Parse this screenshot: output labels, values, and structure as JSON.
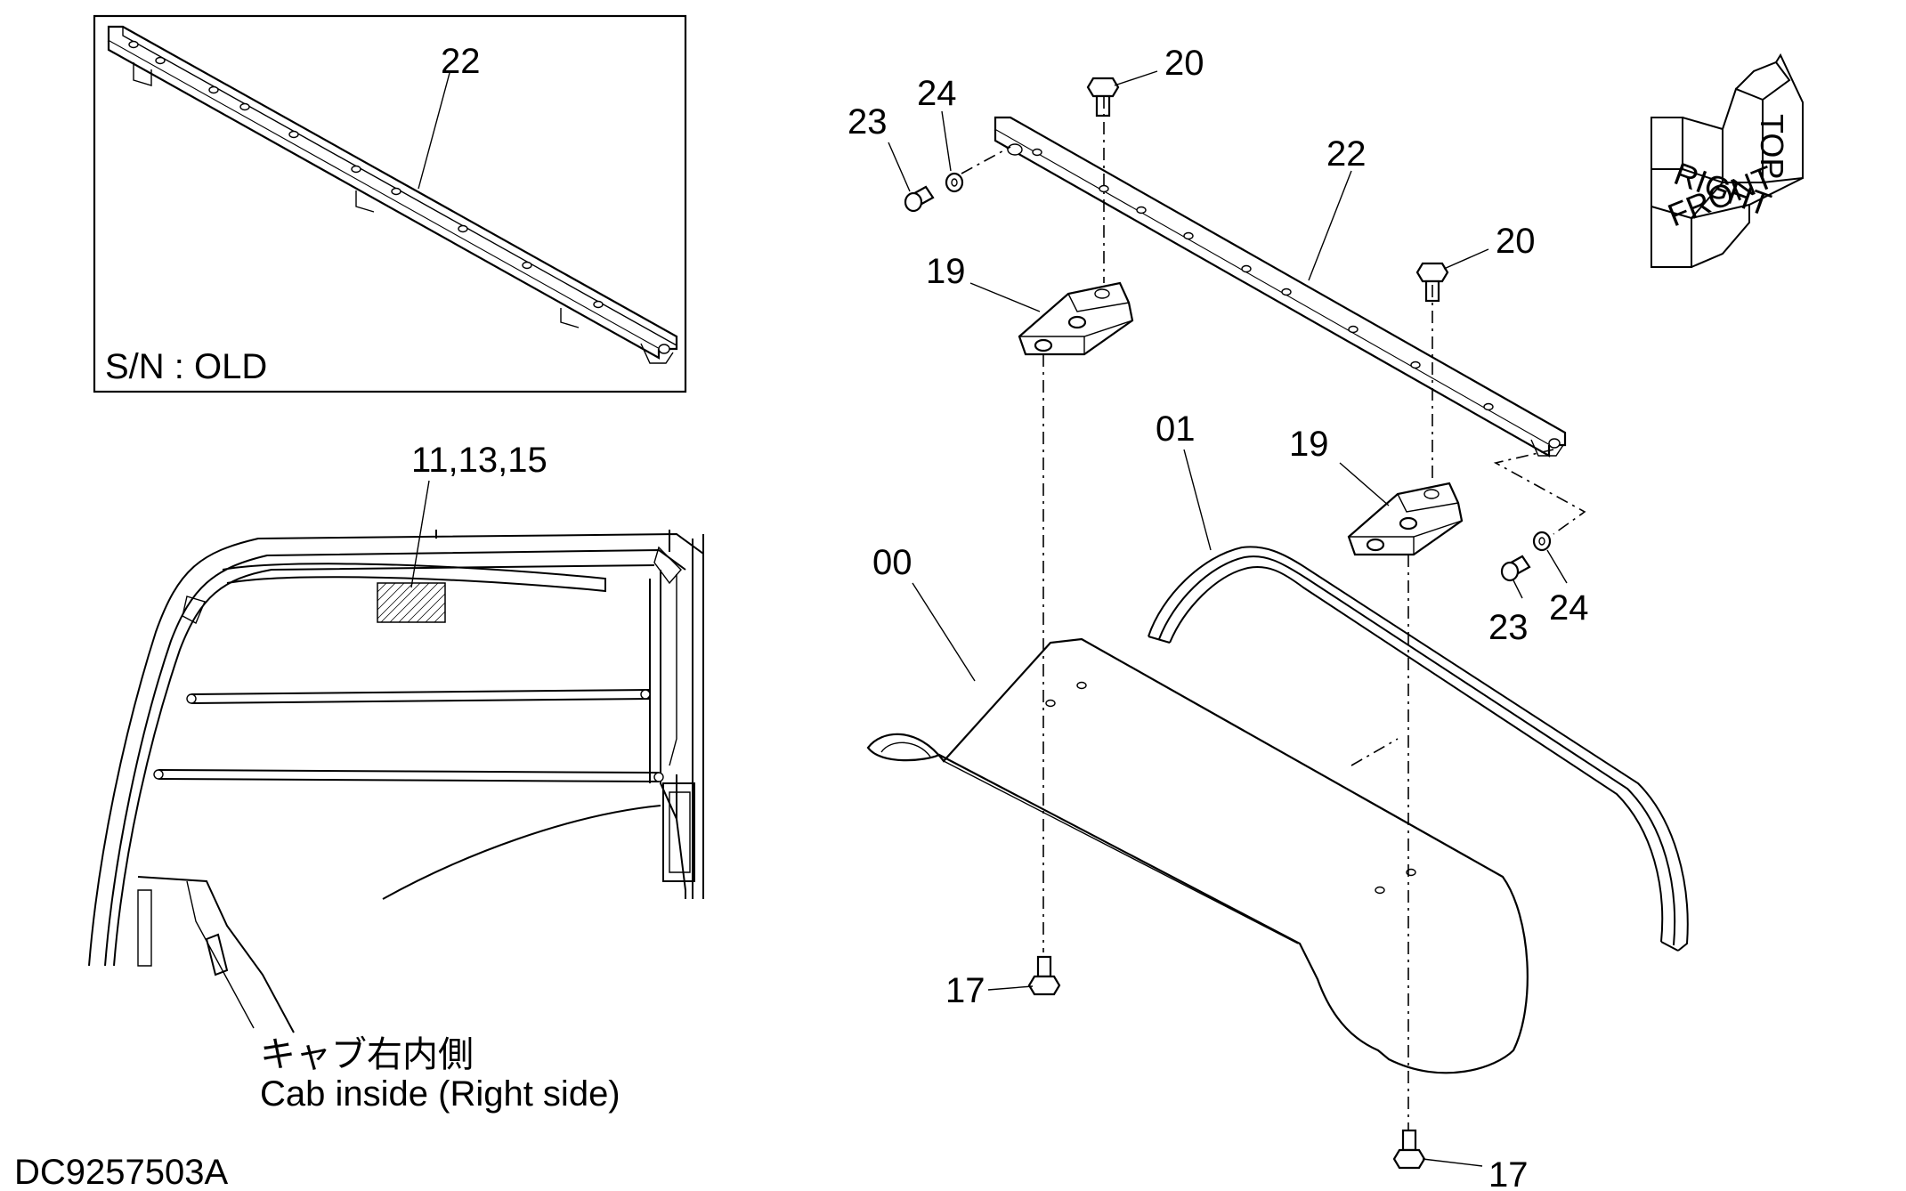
{
  "drawing_id": "DC9257503A",
  "inset": {
    "callout": "22",
    "note": "S/N : OLD"
  },
  "cab_view": {
    "callout": "11,13,15",
    "caption_jp": "キャブ右内側",
    "caption_en": "Cab inside (Right side)"
  },
  "callouts": {
    "c20a": "20",
    "c20b": "20",
    "c24a": "24",
    "c23a": "23",
    "c22": "22",
    "c19a": "19",
    "c19b": "19",
    "c01": "01",
    "c00": "00",
    "c23b": "23",
    "c24b": "24",
    "c17a": "17",
    "c17b": "17"
  },
  "orientation": {
    "top": "TOP",
    "right": "RIGHT",
    "front": "FRONT"
  }
}
